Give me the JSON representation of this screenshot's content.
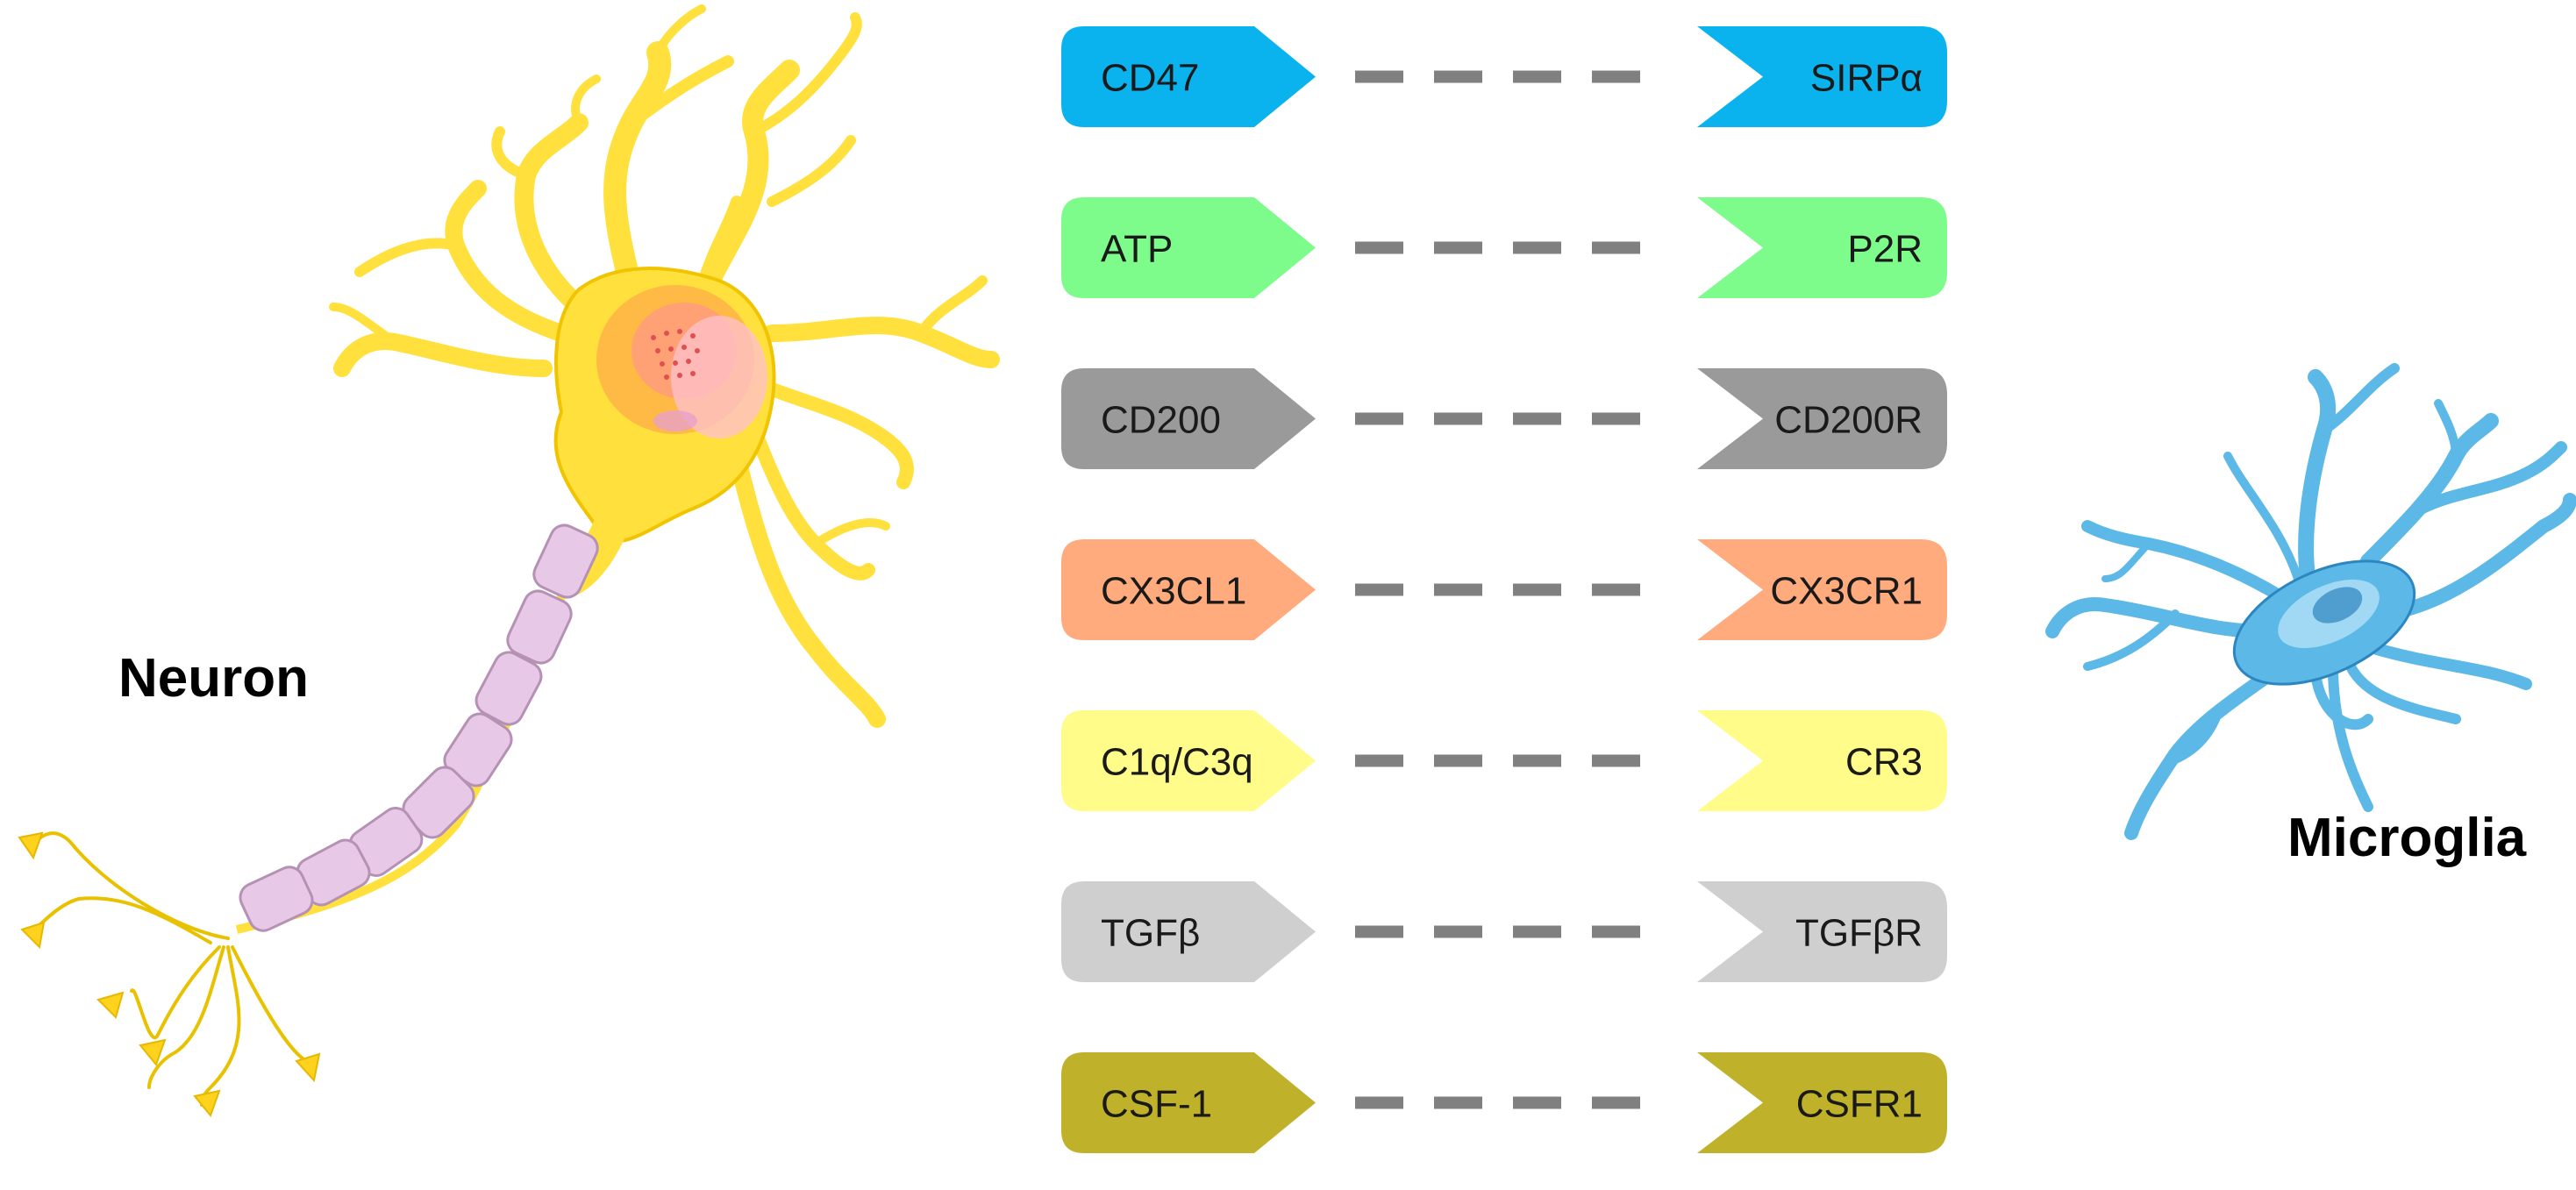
{
  "labels": {
    "neuron": "Neuron",
    "microglia": "Microglia"
  },
  "pairs": [
    {
      "ligand": "CD47",
      "receptor": "SIRPα",
      "color": "#0BB3EE"
    },
    {
      "ligand": "ATP",
      "receptor": "P2R",
      "color": "#7DFC8C"
    },
    {
      "ligand": "CD200",
      "receptor": "CD200R",
      "color": "#9A9A9A"
    },
    {
      "ligand": "CX3CL1",
      "receptor": "CX3CR1",
      "color": "#FFAB7D"
    },
    {
      "ligand": "C1q/C3q",
      "receptor": "CR3",
      "color": "#FFFC8A"
    },
    {
      "ligand": "TGFβ",
      "receptor": "TGFβR",
      "color": "#D0CFD0"
    },
    {
      "ligand": "CSF-1",
      "receptor": "CSFR1",
      "color": "#BFB22A"
    }
  ],
  "colors": {
    "neuron_body": "#FFE03C",
    "neuron_outline": "#E8B800",
    "myelin": "#E7C8E6",
    "myelin_outline": "#B592B3",
    "microglia_body": "#5CB8E6",
    "microglia_outline": "#2E86C1",
    "dash": "#808080"
  }
}
